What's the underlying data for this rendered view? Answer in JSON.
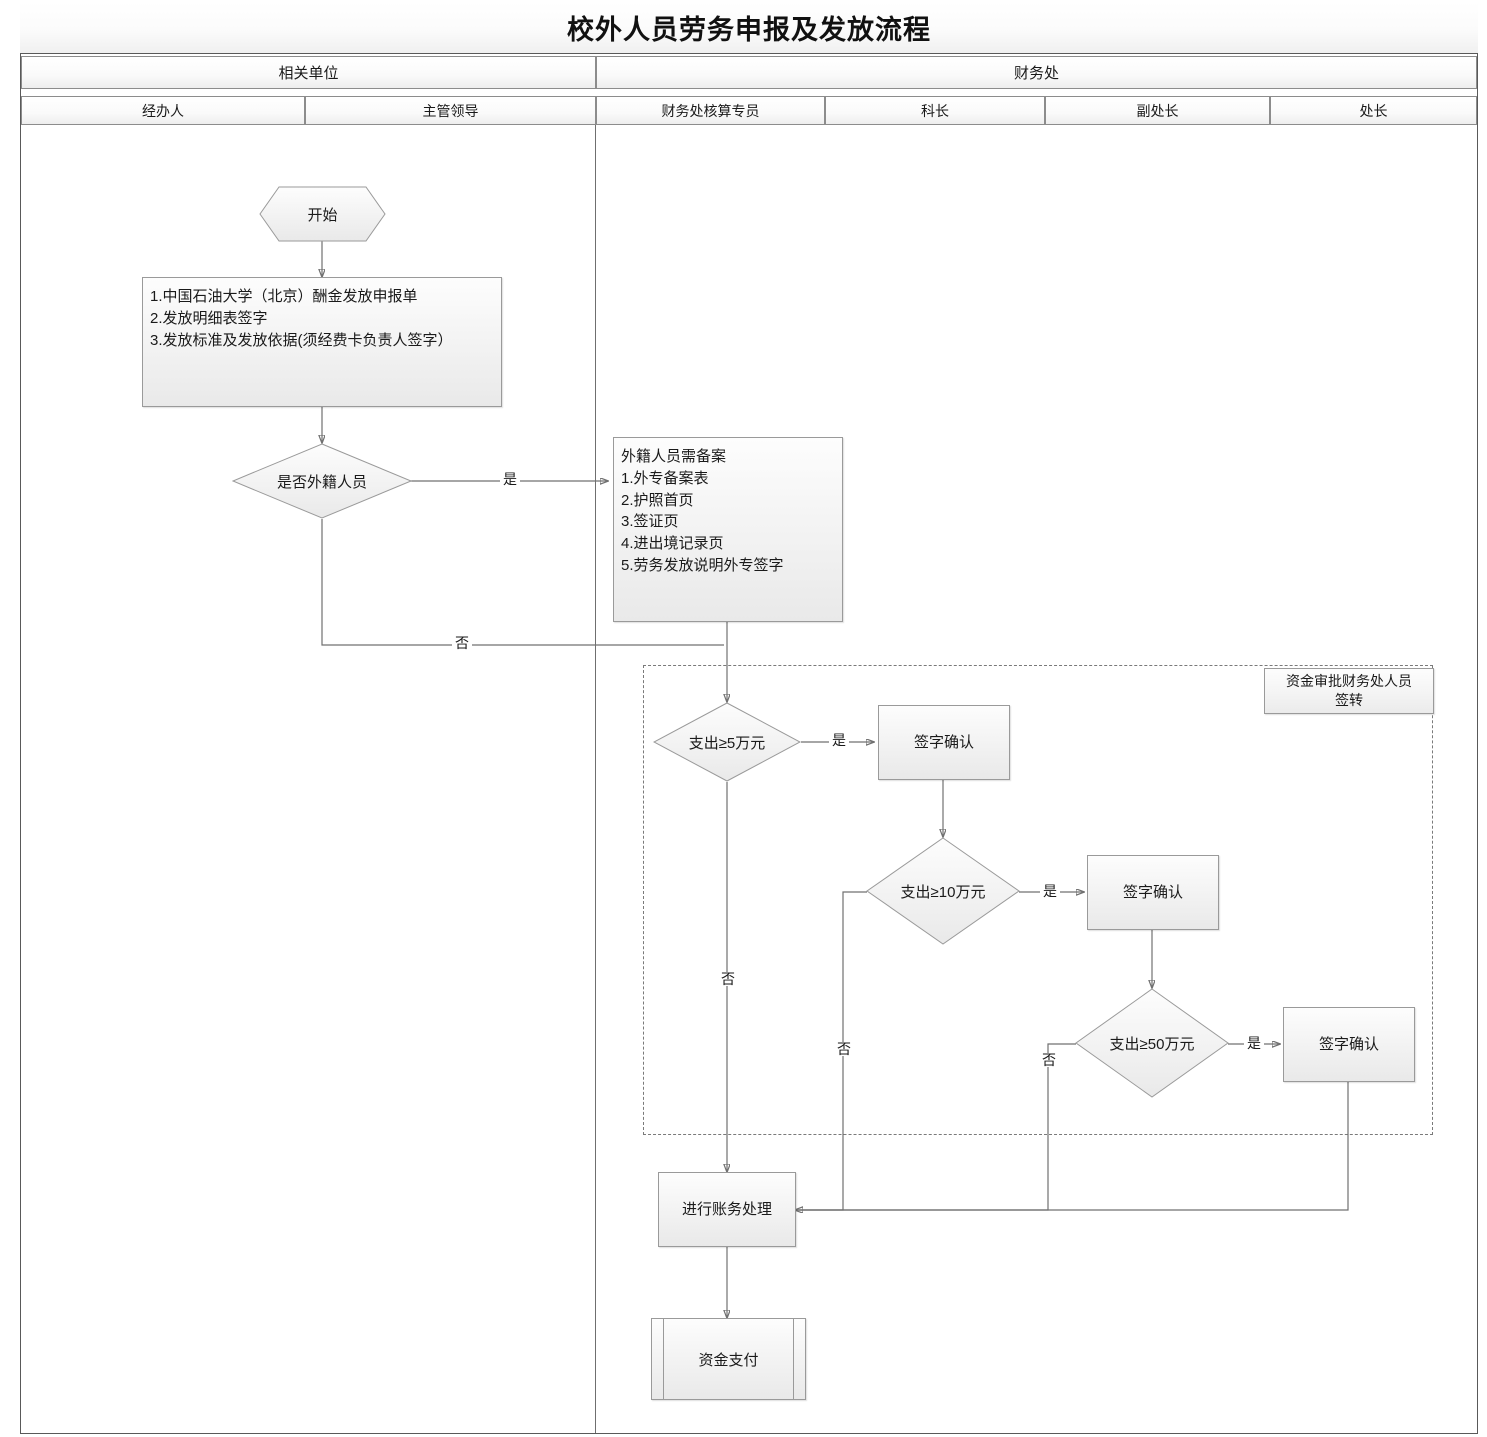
{
  "title": "校外人员劳务申报及发放流程",
  "lanes": {
    "departments": [
      {
        "label": "相关单位"
      },
      {
        "label": "财务处"
      }
    ],
    "roles": [
      {
        "label": "经办人"
      },
      {
        "label": "主管领导"
      },
      {
        "label": "财务处核算专员"
      },
      {
        "label": "科长"
      },
      {
        "label": "副处长"
      },
      {
        "label": "处长"
      }
    ]
  },
  "nodes": {
    "start": {
      "label": "开始",
      "type": "terminator"
    },
    "documents": {
      "type": "process",
      "label": "1.中国石油大学（北京）酬金发放申报单\n2.发放明细表签字\n3.发放标准及发放依据(须经费卡负责人签字）"
    },
    "decision_foreign": {
      "type": "decision",
      "label": "是否外籍人员"
    },
    "foreign_docs": {
      "type": "process",
      "label": "外籍人员需备案\n1.外专备案表\n2.护照首页\n3.签证页\n4.进出境记录页\n5.劳务发放说明外专签字"
    },
    "decision_5w": {
      "type": "decision",
      "label": "支出≥5万元"
    },
    "sign_confirm_1": {
      "type": "process",
      "label": "签字确认"
    },
    "decision_10w": {
      "type": "decision",
      "label": "支出≥10万元"
    },
    "sign_confirm_2": {
      "type": "process",
      "label": "签字确认"
    },
    "decision_50w": {
      "type": "decision",
      "label": "支出≥50万元"
    },
    "sign_confirm_3": {
      "type": "process",
      "label": "签字确认"
    },
    "accounting": {
      "type": "process",
      "label": "进行账务处理"
    },
    "payment": {
      "type": "predefined-process",
      "label": "资金支付"
    }
  },
  "annotation": {
    "funds_approval": "资金审批财务处人员\n签转"
  },
  "edge_labels": {
    "foreign_yes": "是",
    "foreign_no": "否",
    "d5w_yes": "是",
    "d5w_no": "否",
    "d10w_yes": "是",
    "d10w_no": "否",
    "d50w_yes": "是",
    "d50w_no": "否"
  },
  "colors": {
    "frame_border": "#595959",
    "shape_border": "#9a9a9a",
    "connector": "#707070",
    "shape_fill": "#f4f4f4",
    "text": "#1a1a1a",
    "dashed_border": "#7a7a7a"
  }
}
